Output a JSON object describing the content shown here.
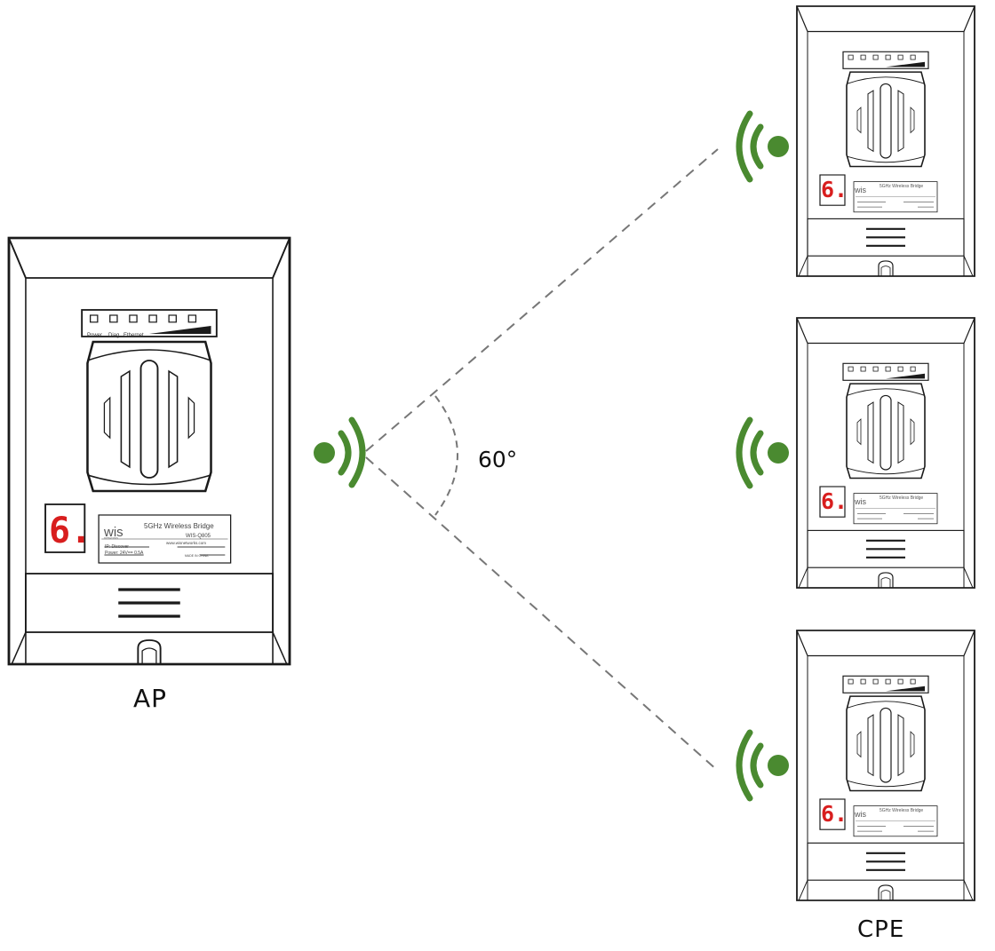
{
  "angle_label": "60°",
  "ap": {
    "caption": "AP",
    "led_labels": [
      "Power",
      "Diag",
      "Ethernet"
    ],
    "display_digit": "6.",
    "logo_text": "wis",
    "logo_sub": "networks",
    "product_title": "5GHz Wireless Bridge",
    "model": "WIS-Q805",
    "label_lines": [
      "IP: Discover",
      "Power: 24V== 0.5A",
      "www.wisnetworks.com",
      "MADE IN CHINA"
    ]
  },
  "cpe": {
    "caption": "CPE",
    "devices": [
      {
        "display_digit": "6.",
        "logo_text": "wis",
        "product_title": "5GHz Wireless Bridge"
      },
      {
        "display_digit": "6.",
        "logo_text": "wis",
        "product_title": "5GHz Wireless Bridge"
      },
      {
        "display_digit": "6.",
        "logo_text": "wis",
        "product_title": "5GHz Wireless Bridge"
      }
    ]
  },
  "colors": {
    "signal_green": "#4a8a30",
    "digit_red": "#d81e1e",
    "outline": "#1a1a1a",
    "dash": "#777777"
  }
}
